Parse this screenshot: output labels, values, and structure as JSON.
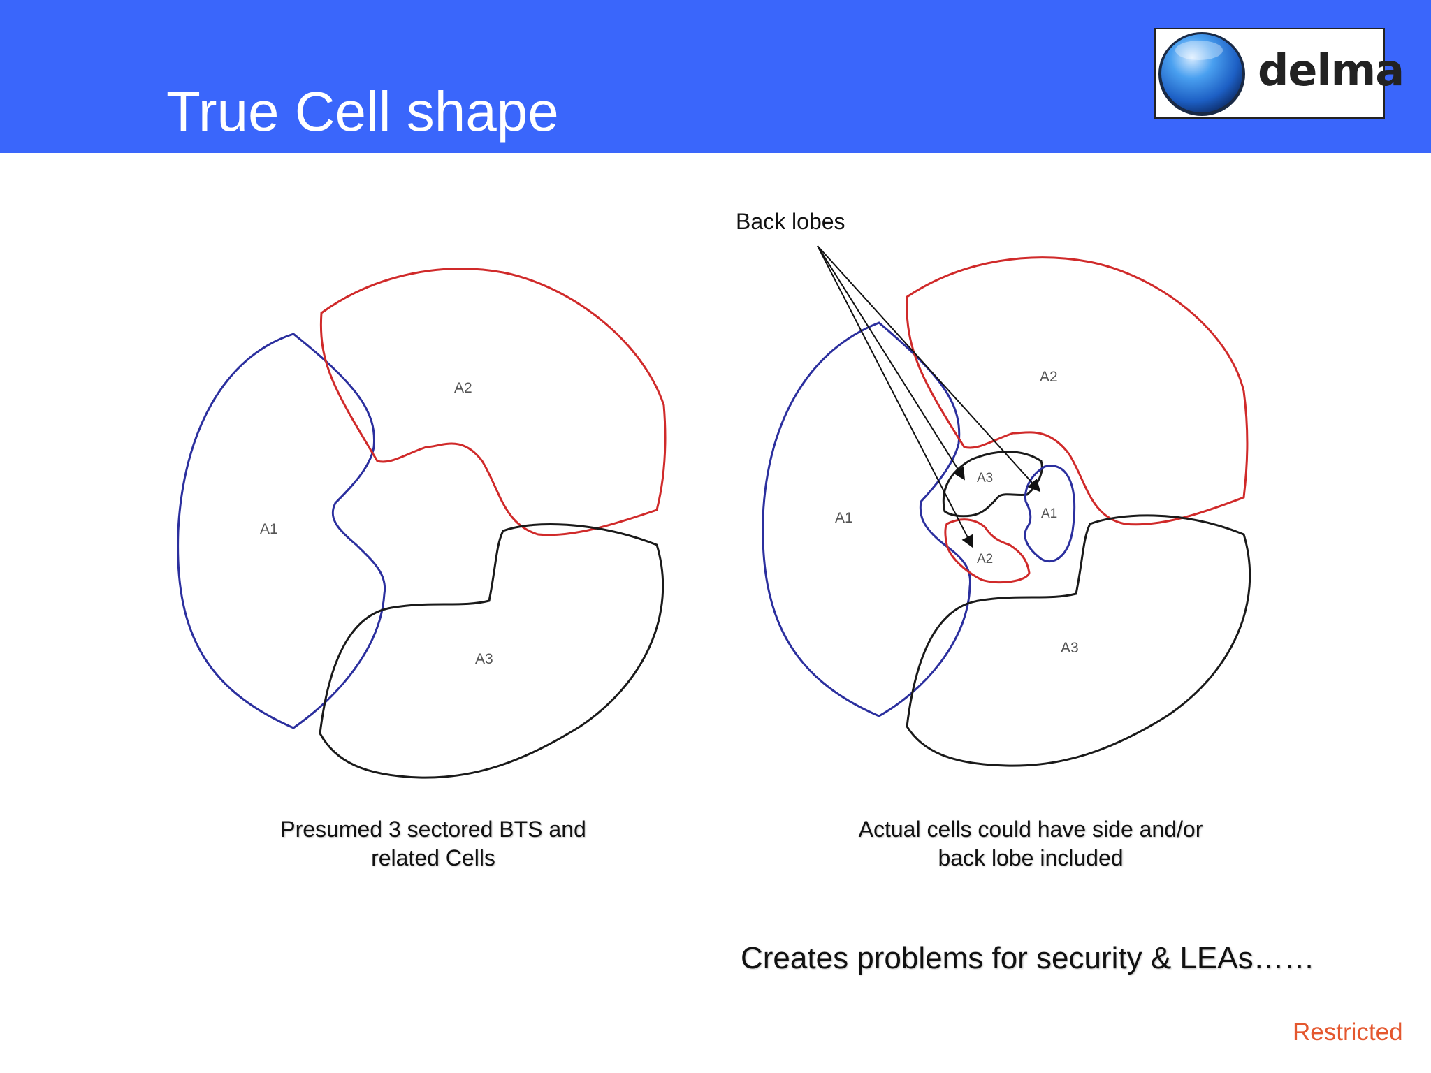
{
  "header": {
    "title": "True Cell shape",
    "background_color": "#3a66fb"
  },
  "logo": {
    "text": "delma"
  },
  "diagram": {
    "left": {
      "sector_labels": [
        "A1",
        "A2",
        "A3"
      ],
      "caption": [
        "Presumed 3 sectored BTS and",
        "related Cells"
      ]
    },
    "right": {
      "sector_labels": [
        "A1",
        "A2",
        "A3"
      ],
      "back_lobe_labels": [
        "A3",
        "A1",
        "A2"
      ],
      "callout": "Back lobes",
      "caption": [
        "Actual cells could have side and/or",
        "back lobe included"
      ]
    },
    "colors": {
      "A1": "#2b2f9e",
      "A2": "#d02a2a",
      "A3": "#1a1a1a"
    }
  },
  "conclusion": "Creates problems for security & LEAs……",
  "footer": {
    "label": "Restricted",
    "color": "#e4572e"
  }
}
